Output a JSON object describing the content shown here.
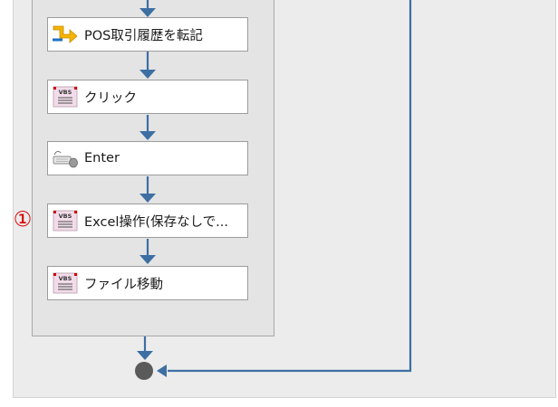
{
  "flow": {
    "steps": [
      {
        "label": "POS取引履歴を転記",
        "icon": "transfer-arrow-icon"
      },
      {
        "label": "クリック",
        "icon": "vbs-script-icon"
      },
      {
        "label": "Enter",
        "icon": "keyboard-mouse-icon"
      },
      {
        "label": "Excel操作(保存なしで...",
        "icon": "vbs-script-icon"
      },
      {
        "label": "ファイル移動",
        "icon": "vbs-script-icon"
      }
    ],
    "annotation_marker": "①",
    "vbs_badge": "VBS"
  },
  "colors": {
    "connector": "#3d6fa3",
    "end_node": "#5a5a5a",
    "marker": "#d80000",
    "vbs_icon_bg": "#f2dcea"
  }
}
